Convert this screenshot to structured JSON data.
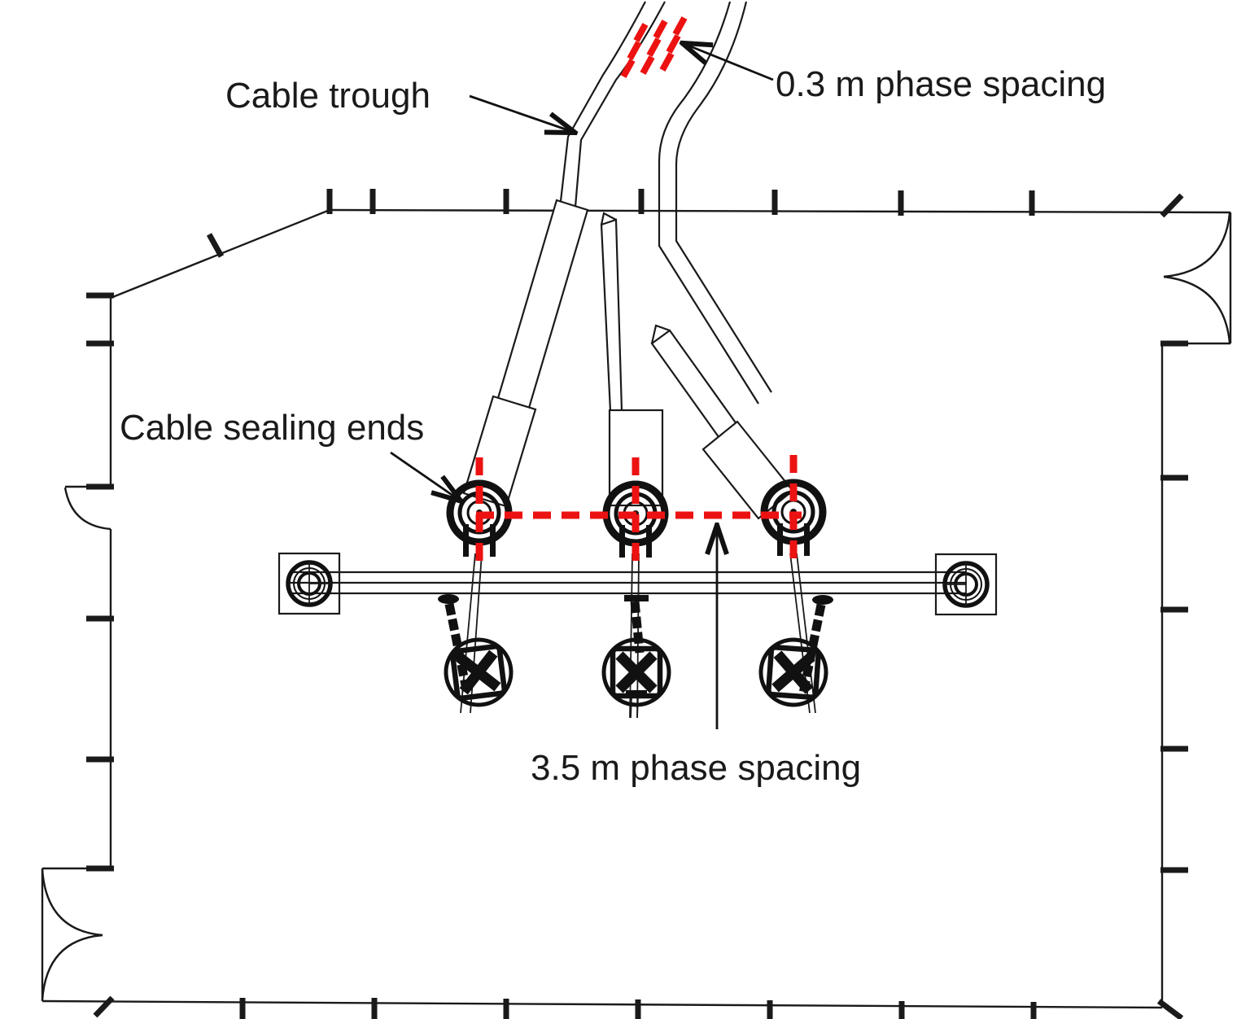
{
  "diagram": {
    "type": "substation-cable-termination-plan",
    "labels": {
      "cable_trough": "Cable trough",
      "phase_spacing_small": "0.3 m phase spacing",
      "cable_sealing_ends": "Cable sealing ends",
      "phase_spacing_large": "3.5 m phase spacing"
    },
    "colors": {
      "highlight_red": "#ec1212",
      "ink": "#1a1a1a",
      "background": "#ffffff"
    }
  }
}
